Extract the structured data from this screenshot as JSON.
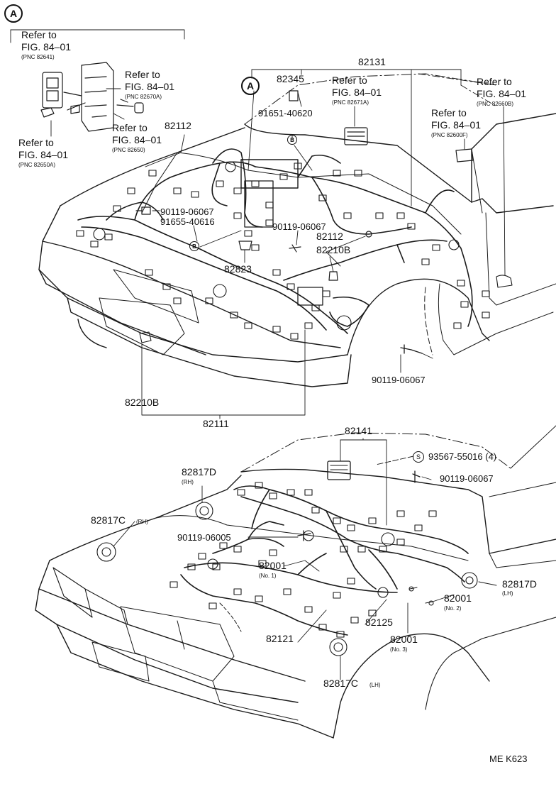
{
  "callouts": {
    "a_top": "A",
    "a_mid": "A",
    "b1": "B",
    "b2": "B",
    "s": "S"
  },
  "labels": {
    "refer_1": "Refer to",
    "fig_1": "FIG. 84–01",
    "pnc_1": "(PNC 82641)",
    "refer_2": "Refer to",
    "fig_2": "FIG. 84–01",
    "pnc_2": "(PNC 82670A)",
    "refer_3": "Refer to",
    "fig_3": "FIG. 84–01",
    "pnc_3": "(PNC 82650)",
    "refer_4": "Refer to",
    "fig_4": "FIG. 84–01",
    "pnc_4": "(PNC 82650A)",
    "refer_5": "Refer to",
    "fig_5": "FIG. 84–01",
    "pnc_5": "(PNC 82671A)",
    "refer_6": "Refer to",
    "fig_6": "FIG. 84–01",
    "pnc_6": "(PNC 82660B)",
    "refer_7": "Refer to",
    "fig_7": "FIG. 84–01",
    "pnc_7": "(PNC 82600F)",
    "p82131": "82131",
    "p82345": "82345",
    "p91651": "91651-40620",
    "p82112a": "82112",
    "p90119a": "90119-06067",
    "p91655": "91655-40616",
    "p90119b": "90119-06067",
    "p82112b": "82112",
    "p82210b_top": "82210B",
    "p82823": "82823",
    "p90119c": "90119-06067",
    "p82210b_bot": "82210B",
    "p82111": "82111",
    "p82141": "82141",
    "p93567": "93567-55016 (4)",
    "p90119d": "90119-06067",
    "p82817d_rh": "82817D",
    "rh_1": "(RH)",
    "p82817c_rh": "82817C",
    "rh_2": "(RH)",
    "p90119e": "90119-06005",
    "p82001_1": "82001",
    "no1": "(No. 1)",
    "p82817d_lh": "82817D",
    "lh_1": "(LH)",
    "p82001_2": "82001",
    "no2": "(No. 2)",
    "p82125": "82125",
    "p82121": "82121",
    "p82001_3": "82001",
    "no3": "(No. 3)",
    "p82817c_lh": "82817C",
    "lh_2": "(LH)",
    "fig_code": "ME K623"
  }
}
